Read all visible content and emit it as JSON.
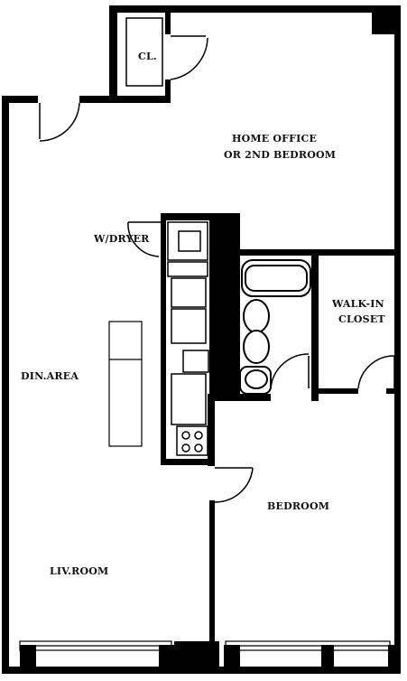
{
  "rooms": {
    "closet": "CL.",
    "home_office_line1": "HOME OFFICE",
    "home_office_line2": "OR 2ND BEDROOM",
    "washer_dryer": "W/DRYER",
    "walk_in_line1": "WALK-IN",
    "walk_in_line2": "CLOSET",
    "dining": "DIN.AREA",
    "bedroom": "BEDROOM",
    "living": "LIV.ROOM"
  },
  "colors": {
    "wall": "#000000",
    "background": "#ffffff",
    "fixture": "#ffffff"
  }
}
